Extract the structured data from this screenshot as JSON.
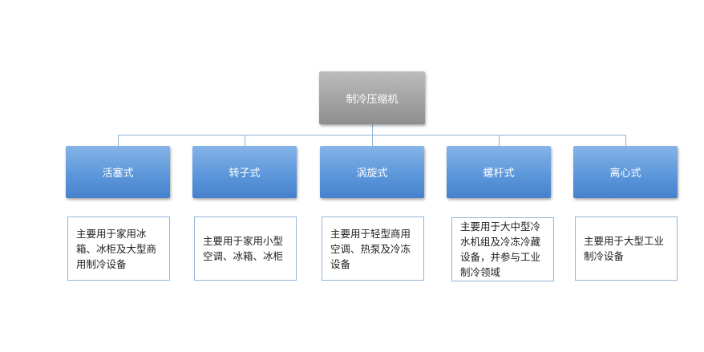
{
  "diagram": {
    "root": {
      "label": "制冷压缩机"
    },
    "types": [
      {
        "label": "活塞式",
        "description": "主要用于家用冰箱、冰柜及大型商用制冷设备"
      },
      {
        "label": "转子式",
        "description": "主要用于家用小型空调、冰箱、冰柜"
      },
      {
        "label": "涡旋式",
        "description": "主要用于轻型商用空调、热泵及冷冻设备"
      },
      {
        "label": "螺杆式",
        "description": "主要用于大中型冷水机组及冷冻冷藏设备，并参与工业制冷领域"
      },
      {
        "label": "离心式",
        "description": "主要用于大型工业制冷设备"
      }
    ]
  },
  "colors": {
    "root_fill": "#a3a3a3",
    "type_fill": "#5d97db",
    "connector": "#8eb4d6",
    "desc_border": "#93b6d9"
  }
}
